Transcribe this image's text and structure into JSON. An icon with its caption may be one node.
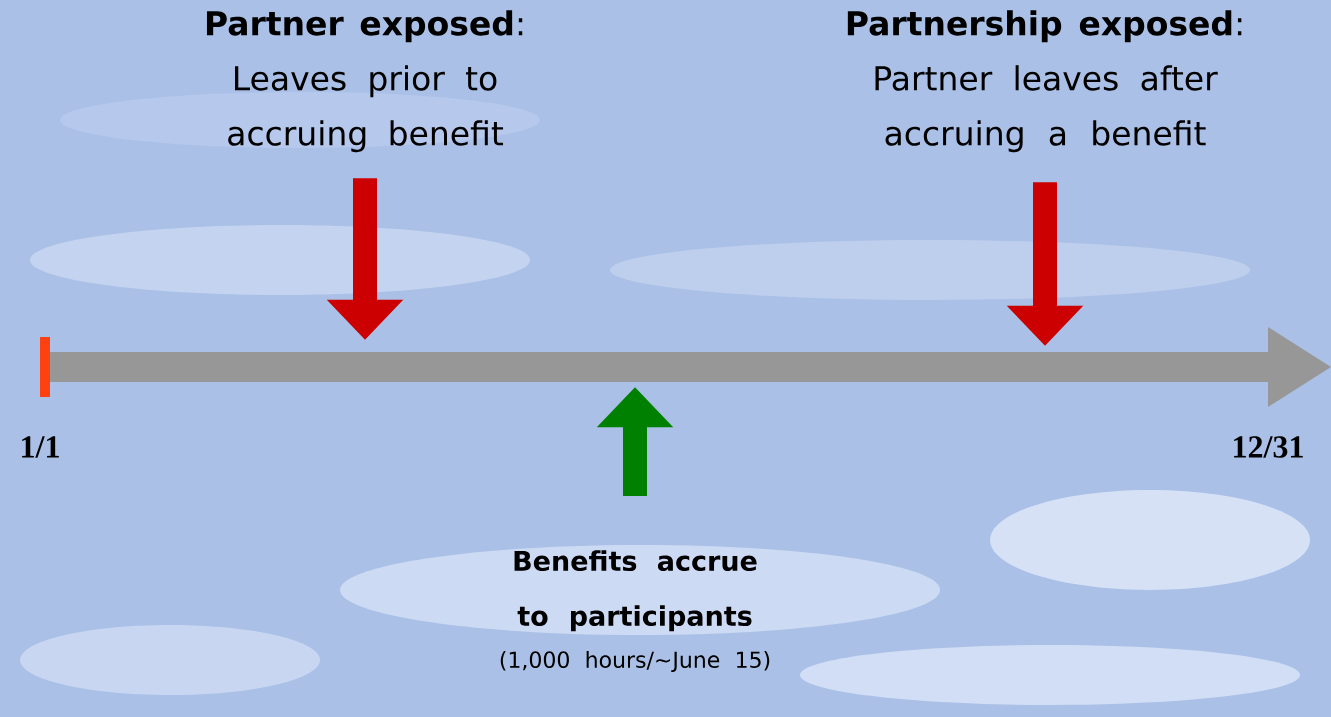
{
  "diagram": {
    "nodes": [
      {
        "text": [
          "**Partner exposed**:",
          "Leaves prior to accruing benefit"
        ]
      },
      {
        "text": [
          "**Partnership exposed**:",
          "Partner leaves after accruing a benefit"
        ]
      },
      {
        "text": [
          "Benefits accrue to participants",
          "(1,000 hours/~June 15)"
        ]
      },
      {
        "text": [],
        "shape": "bar"
      }
    ],
    "edges": [
      {
        "from": 0,
        "to": 3,
        "arrow": "to"
      },
      {
        "from": 1,
        "to": 3,
        "arrow": "to"
      },
      {
        "from": 2,
        "to": 3,
        "arrow": "to",
        "color": "#008000"
      }
    ],
    "labels": [
      "1/1",
      "12/31"
    ]
  }
}
